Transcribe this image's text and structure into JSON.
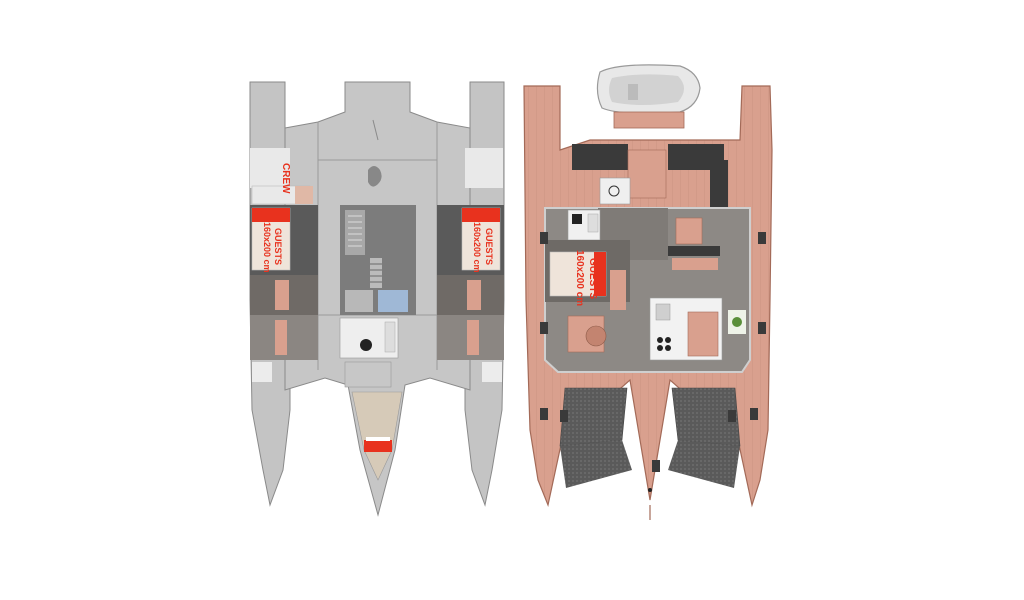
{
  "diagram": {
    "labels": {
      "crew": "CREW",
      "guests": "GUESTS",
      "bed_port": "160x200 cm",
      "bed_starboard": "160x200 cm",
      "bed_saloon": "160x200 cm"
    },
    "colors": {
      "lower_hull": "#c4c4c4",
      "lower_hull_dark": "#a9a9a9",
      "lower_deck_edge": "#d9d9d9",
      "deck_wood": "#d9a08e",
      "deck_wood_dark": "#c38470",
      "saloon_floor": "#8d8985",
      "trampoline": "#5a5a5a",
      "accent_red": "#e8321e",
      "bed_fill": "#efe4da",
      "outline": "#333333"
    }
  }
}
